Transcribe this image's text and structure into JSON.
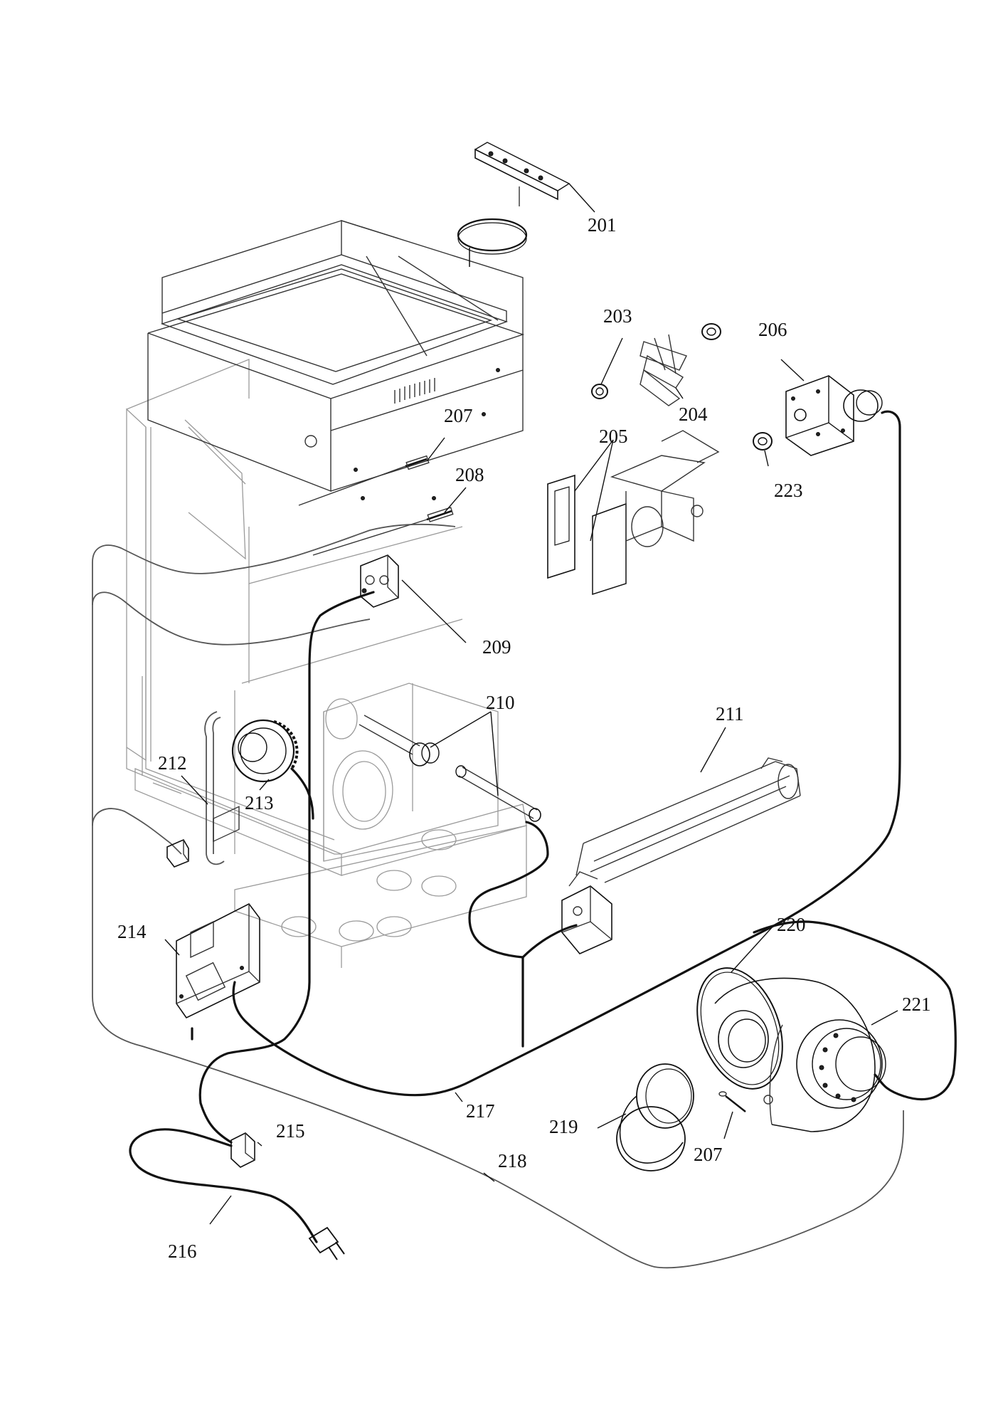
{
  "diagram": {
    "colors": {
      "ink": "#111111",
      "ghost": "#9a9a9a",
      "background": "#ffffff"
    },
    "callouts": [
      {
        "id": "c201",
        "label": "201"
      },
      {
        "id": "c203",
        "label": "203"
      },
      {
        "id": "c204",
        "label": "204"
      },
      {
        "id": "c205",
        "label": "205"
      },
      {
        "id": "c206",
        "label": "206"
      },
      {
        "id": "c207a",
        "label": "207"
      },
      {
        "id": "c207b",
        "label": "207"
      },
      {
        "id": "c208",
        "label": "208"
      },
      {
        "id": "c209",
        "label": "209"
      },
      {
        "id": "c210",
        "label": "210"
      },
      {
        "id": "c211",
        "label": "211"
      },
      {
        "id": "c212",
        "label": "212"
      },
      {
        "id": "c213",
        "label": "213"
      },
      {
        "id": "c214",
        "label": "214"
      },
      {
        "id": "c215",
        "label": "215"
      },
      {
        "id": "c216",
        "label": "216"
      },
      {
        "id": "c217",
        "label": "217"
      },
      {
        "id": "c218",
        "label": "218"
      },
      {
        "id": "c219",
        "label": "219"
      },
      {
        "id": "c220",
        "label": "220"
      },
      {
        "id": "c221",
        "label": "221"
      },
      {
        "id": "c223",
        "label": "223"
      }
    ]
  }
}
